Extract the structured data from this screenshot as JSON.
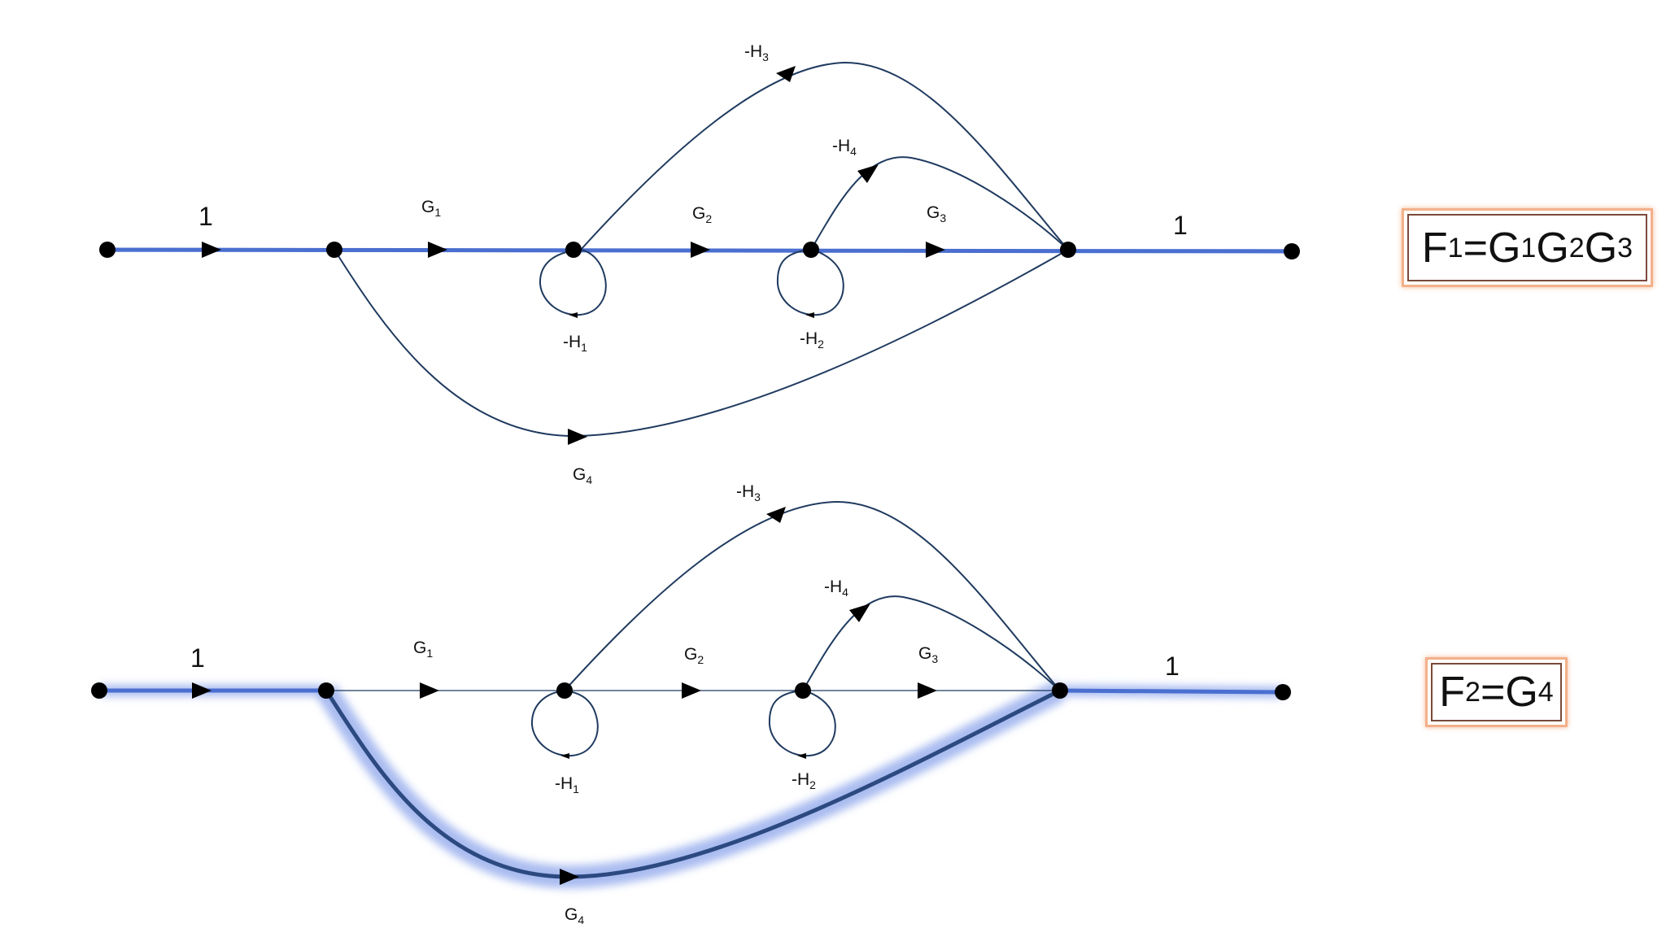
{
  "diagram1": {
    "branch_labels": {
      "in": "1",
      "g1": "G",
      "g1_sub": "1",
      "g2": "G",
      "g2_sub": "2",
      "g3": "G",
      "g3_sub": "3",
      "out": "1",
      "g4": "G",
      "g4_sub": "4",
      "h1": "-H",
      "h1_sub": "1",
      "h2": "-H",
      "h2_sub": "2",
      "h3": "-H",
      "h3_sub": "3",
      "h4": "-H",
      "h4_sub": "4"
    },
    "formula": {
      "f": "F",
      "f_sub": "1",
      "eq": "=G",
      "a_sub": "1",
      "b": "G",
      "b_sub": "2",
      "c": "G",
      "c_sub": "3"
    },
    "highlighted_path": "forward path through G1, G2, G3"
  },
  "diagram2": {
    "branch_labels": {
      "in": "1",
      "g1": "G",
      "g1_sub": "1",
      "g2": "G",
      "g2_sub": "2",
      "g3": "G",
      "g3_sub": "3",
      "out": "1",
      "g4": "G",
      "g4_sub": "4",
      "h1": "-H",
      "h1_sub": "1",
      "h2": "-H",
      "h2_sub": "2",
      "h3": "-H",
      "h3_sub": "3",
      "h4": "-H",
      "h4_sub": "4"
    },
    "formula": {
      "f": "F",
      "f_sub": "2",
      "eq": "=G",
      "a_sub": "4"
    },
    "highlighted_path": "forward path through G4"
  },
  "colors": {
    "branch": "#1f3a5f",
    "highlight_glow": "#6f8fe6",
    "highlight_core": "#4a6fd0",
    "node": "#000000",
    "formula_border": "#f3b089"
  }
}
